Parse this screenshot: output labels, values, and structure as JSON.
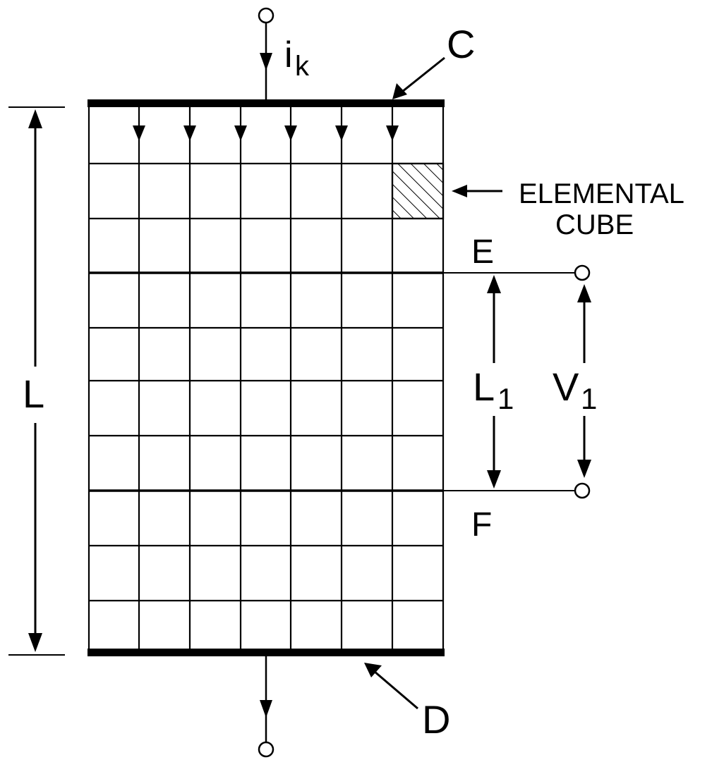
{
  "labels": {
    "current": "i",
    "current_sub": "k",
    "top_electrode": "C",
    "bottom_electrode": "D",
    "probe_upper": "E",
    "probe_lower": "F",
    "total_length": "L",
    "probe_spacing": "L",
    "probe_spacing_sub": "1",
    "voltage": "V",
    "voltage_sub": "1",
    "elemental_cube_line1": "ELEMENTAL",
    "elemental_cube_line2": "CUBE"
  },
  "grid": {
    "columns": 7,
    "rows": 10,
    "shaded_cell": {
      "column": 7,
      "row": 2
    },
    "current_arrows": 6
  },
  "colors": {
    "ink": "#000000",
    "background": "#ffffff"
  }
}
